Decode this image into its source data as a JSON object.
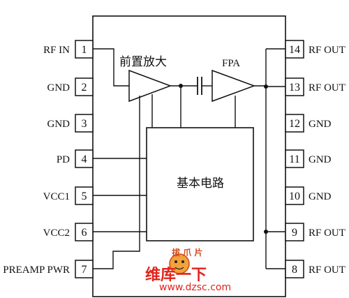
{
  "ic": {
    "amp1_label": "前置放大",
    "amp2_label": "FPA",
    "block_label": "基本电路"
  },
  "pins_left": [
    {
      "num": "1",
      "label": "RF IN"
    },
    {
      "num": "2",
      "label": "GND"
    },
    {
      "num": "3",
      "label": "GND"
    },
    {
      "num": "4",
      "label": "PD"
    },
    {
      "num": "5",
      "label": "VCC1"
    },
    {
      "num": "6",
      "label": "VCC2"
    },
    {
      "num": "7",
      "label": "PREAMP PWR"
    }
  ],
  "pins_right": [
    {
      "num": "14",
      "label": "RF OUT"
    },
    {
      "num": "13",
      "label": "RF OUT"
    },
    {
      "num": "12",
      "label": "GND"
    },
    {
      "num": "11",
      "label": "GND"
    },
    {
      "num": "10",
      "label": "GND"
    },
    {
      "num": "9",
      "label": "RF OUT"
    },
    {
      "num": "8",
      "label": "RF OUT"
    }
  ],
  "watermark": {
    "brand": "维库一下",
    "url": "www.dzsc.com",
    "tag": "拔 爪 片"
  }
}
